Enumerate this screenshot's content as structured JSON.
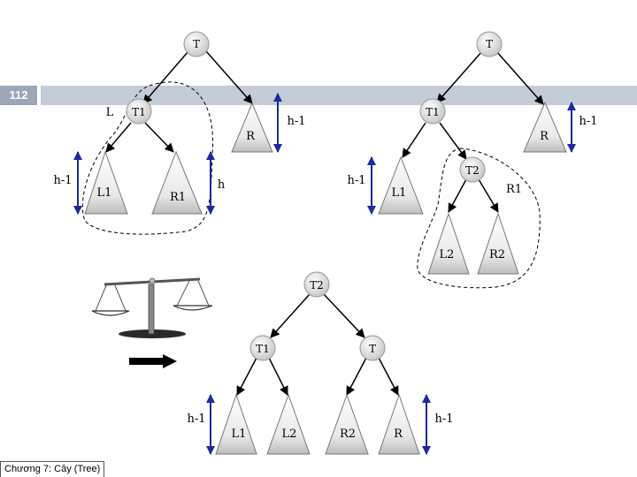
{
  "slide_number": "112",
  "footer": "Chương 7: Cây (Tree)",
  "colors": {
    "bar_dark": "#9aa7b6",
    "bar_light": "#c4ccd6",
    "measure": "#1c2a9c"
  },
  "diagram_labels": {
    "left_tree": {
      "root": "T",
      "t1": "T1",
      "l": "L",
      "r": "R",
      "l1": "L1",
      "r1": "R1",
      "h_minus_1_r": "h-1",
      "h_minus_1_l1": "h-1",
      "h": "h"
    },
    "right_tree": {
      "root": "T",
      "t1": "T1",
      "r": "R",
      "l1": "L1",
      "t2": "T2",
      "r1": "R1",
      "l2": "L2",
      "r2": "R2",
      "h_minus_1_r": "h-1",
      "h_minus_1_l1": "h-1"
    },
    "result_tree": {
      "root": "T2",
      "t1": "T1",
      "t": "T",
      "l1": "L1",
      "l2": "L2",
      "r2": "R2",
      "r": "R",
      "h_minus_1_left": "h-1",
      "h_minus_1_right": "h-1"
    }
  },
  "icons": [
    "balance-scale-icon",
    "right-arrow-icon"
  ]
}
